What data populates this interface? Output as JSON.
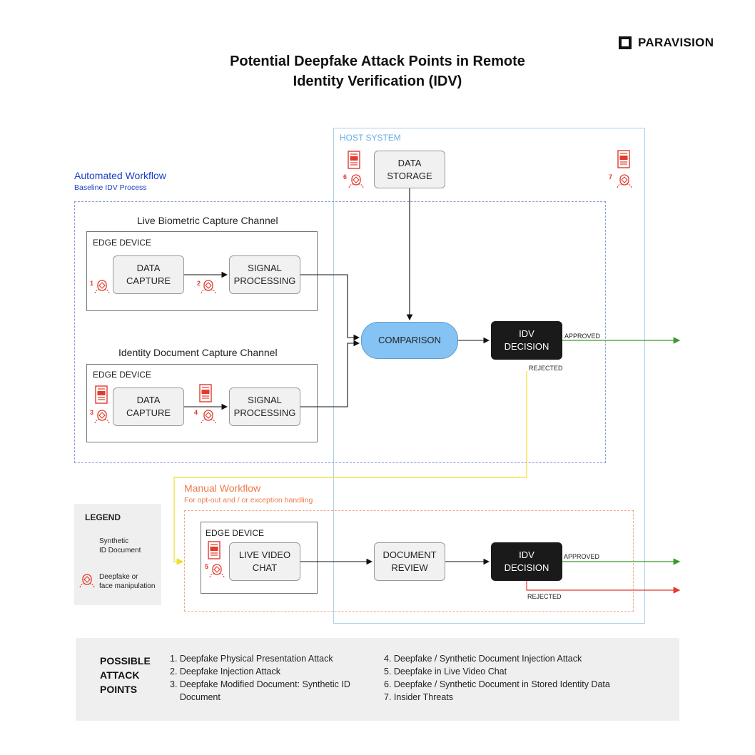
{
  "title_line1": "Potential Deepfake Attack Points in Remote",
  "title_line2": "Identity Verification (IDV)",
  "logo_text": "PARAVISION",
  "host_system": "HOST SYSTEM",
  "automated": {
    "title": "Automated Workflow",
    "subtitle": "Baseline IDV Process"
  },
  "manual": {
    "title": "Manual Workflow",
    "subtitle": "For opt-out and / or exception handling"
  },
  "channel_bio": "Live Biometric Capture Channel",
  "channel_doc": "Identity Document Capture Channel",
  "edge_device": "EDGE DEVICE",
  "nodes": {
    "data_storage": [
      "DATA",
      "STORAGE"
    ],
    "data_capture": [
      "DATA",
      "CAPTURE"
    ],
    "signal_processing": [
      "SIGNAL",
      "PROCESSING"
    ],
    "comparison": "COMPARISON",
    "idv_decision": [
      "IDV",
      "DECISION"
    ],
    "live_video_chat": [
      "LIVE VIDEO",
      "CHAT"
    ],
    "document_review": [
      "DOCUMENT",
      "REVIEW"
    ]
  },
  "approved": "APPROVED",
  "rejected": "REJECTED",
  "numbers": [
    "1",
    "2",
    "3",
    "4",
    "5",
    "6",
    "7"
  ],
  "legend": {
    "title": "LEGEND",
    "synthetic": [
      "Synthetic",
      "ID Document"
    ],
    "deepfake": [
      "Deepfake or",
      "face manipulation"
    ]
  },
  "attack_title": [
    "POSSIBLE",
    "ATTACK",
    "POINTS"
  ],
  "attack_points_left": [
    "1. Deepfake Physical Presentation Attack",
    "2. Deepfake Injection Attack",
    "3. Deepfake Modified Document: Synthetic ID",
    "    Document"
  ],
  "attack_points_right": [
    "4. Deepfake / Synthetic Document Injection Attack",
    "5. Deepfake in Live Video Chat",
    "6. Deepfake / Synthetic Document in Stored Identity Data",
    "7. Insider Threats"
  ],
  "colors": {
    "accent_red": "#e23b2e",
    "automated_blue": "#1a3fc4",
    "manual_orange": "#f07a4a",
    "host_blue": "#6aaee6",
    "approved_green": "#3a9a2a",
    "rejected_yellow": "#f2dc2a"
  },
  "icons": [
    "document-icon",
    "face-icon",
    "paravision-logo-icon"
  ]
}
